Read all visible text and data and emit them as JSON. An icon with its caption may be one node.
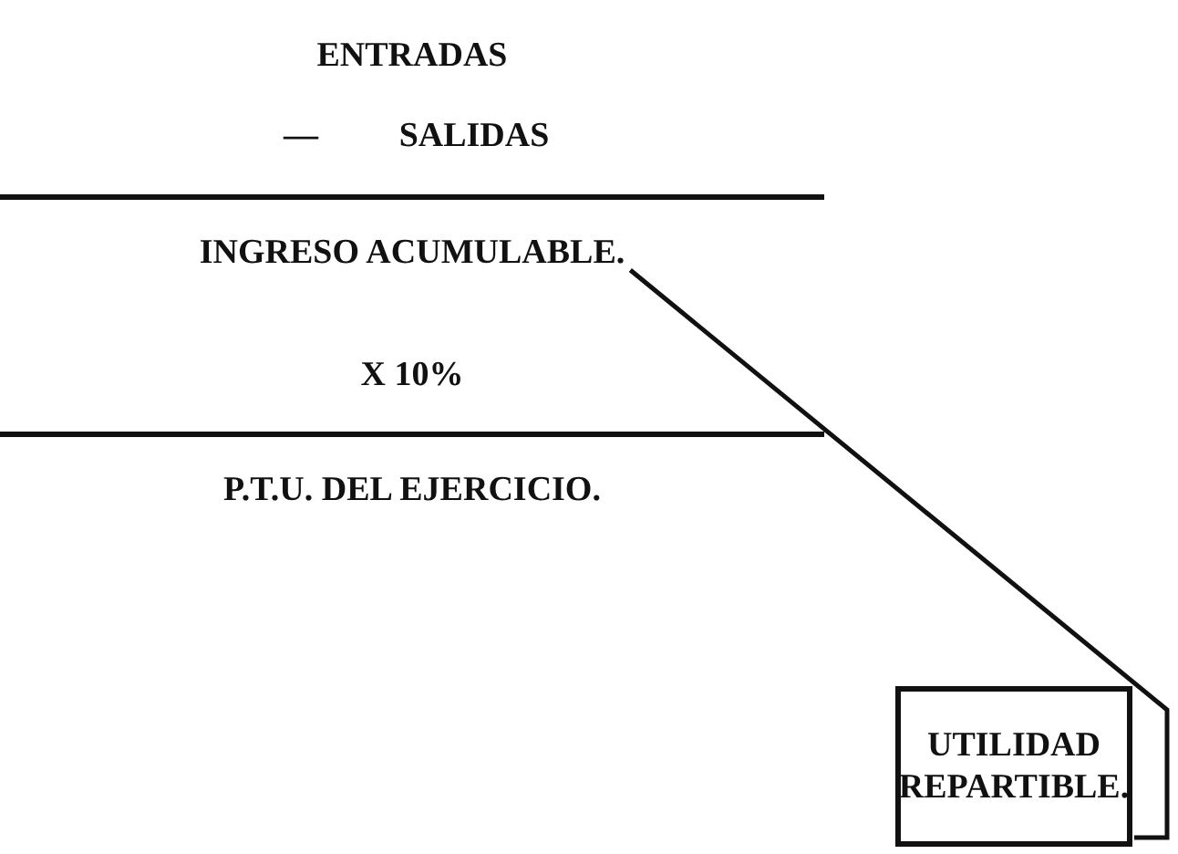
{
  "diagram": {
    "nodes": [
      {
        "text": [
          "INGRESO ACUMULABLE."
        ]
      },
      {
        "text": [
          "UTILIDAD REPARTIBLE."
        ]
      }
    ],
    "edges": [
      {
        "from": 0,
        "to": 1,
        "arrow": "none"
      }
    ],
    "labels": [
      "ENTRADAS",
      "—",
      "SALIDAS",
      "X 10%",
      "P.T.U. DEL EJERCICIO."
    ]
  }
}
